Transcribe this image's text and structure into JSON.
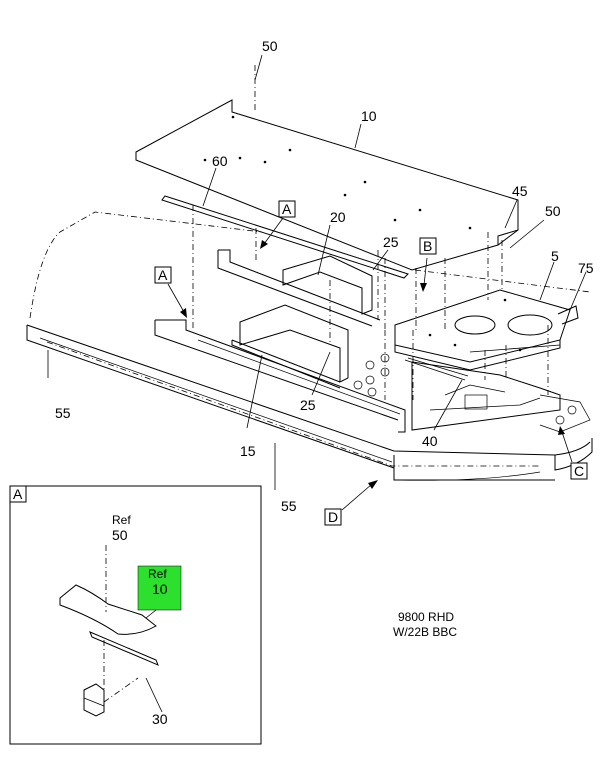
{
  "callouts": {
    "c50a": "50",
    "c10": "10",
    "c60": "60",
    "c20": "20",
    "c25a": "25",
    "c45": "45",
    "c50b": "50",
    "c5": "5",
    "c75": "75",
    "c55a": "55",
    "c15": "15",
    "c25b": "25",
    "c40": "40",
    "c55b": "55"
  },
  "view_markers": {
    "a1": "A",
    "a2": "A",
    "b": "B",
    "c": "C",
    "d": "D"
  },
  "detail": {
    "frame_label": "A",
    "ref1_word": "Ref",
    "ref1_num": "50",
    "ref2_word": "Ref",
    "ref2_num": "10",
    "c30": "30",
    "highlight_color": "#2ee02e"
  },
  "notes": {
    "line1": "9800 RHD",
    "line2": "W/22B BBC"
  }
}
